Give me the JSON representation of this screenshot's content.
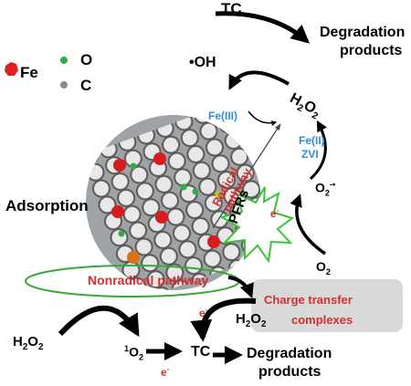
{
  "legend": {
    "fe_label": "Fe",
    "o_label": "O",
    "c_label": "C",
    "fe_color": "#e02020",
    "o_color": "#2fae4a",
    "c_color": "#8a8a8a"
  },
  "labels": {
    "tc": "TC",
    "degradation_line1": "Degradation",
    "degradation_line2": "products",
    "oh_dot": "•",
    "oh_text": "OH",
    "h2": "H",
    "h_sub": "2",
    "o": "O",
    "o_sub": "2",
    "fe3": "Fe(III)",
    "fe2": "Fe(II)",
    "zvi": "ZVI",
    "o2_radical_base": "O",
    "o2_radical_sup": "-•",
    "o2_base": "O",
    "e_base": "e",
    "e_sup": "-",
    "adsorption": "Adsorption",
    "radical_pathway_1": "Radical",
    "radical_pathway_2": "pathway",
    "pfrs": "PFRs",
    "nonradical_pathway": "Nonradical pathway",
    "ctc_line1": "Charge transfer",
    "ctc_line2": "complexes",
    "singlet_sup": "1",
    "singlet_base": "O",
    "singlet_sub": "2"
  },
  "colors": {
    "red_text": "#d2302c",
    "blue_text": "#2f8fd6",
    "ellipse": "#38a838",
    "star": "#37c437",
    "ctc_box": "#d9d9d9"
  }
}
